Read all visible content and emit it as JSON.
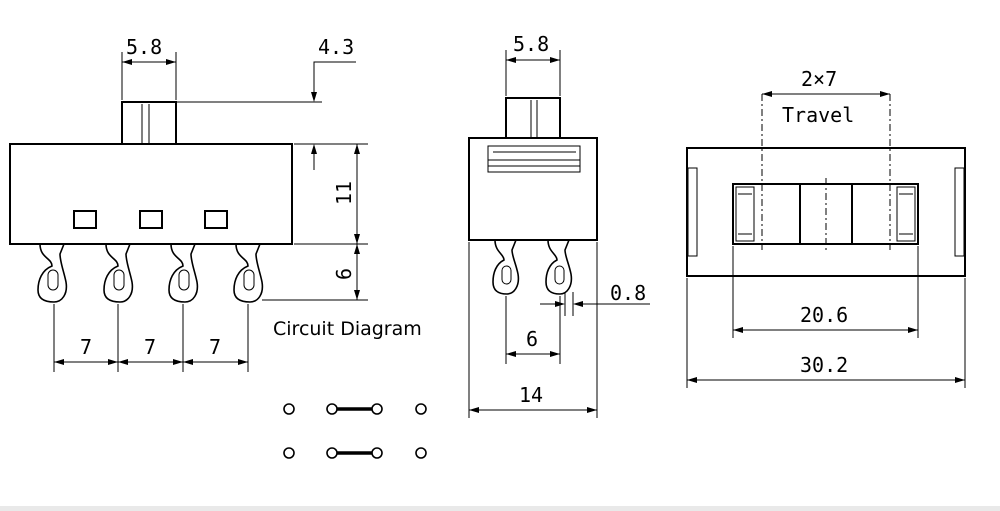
{
  "diagram": {
    "side_view": {
      "actuator_width": "5.8",
      "actuator_height": "4.3",
      "body_height": "11",
      "pin_length": "6",
      "pin_pitch_1": "7",
      "pin_pitch_2": "7",
      "pin_pitch_3": "7"
    },
    "end_view": {
      "actuator_width": "5.8",
      "pin_thickness": "0.8",
      "pin_spacing": "6",
      "body_width": "14"
    },
    "top_view": {
      "travel": "2×7",
      "travel_label": "Travel",
      "inner_length": "20.6",
      "overall_length": "30.2"
    },
    "circuit": {
      "title": "Circuit Diagram"
    }
  }
}
